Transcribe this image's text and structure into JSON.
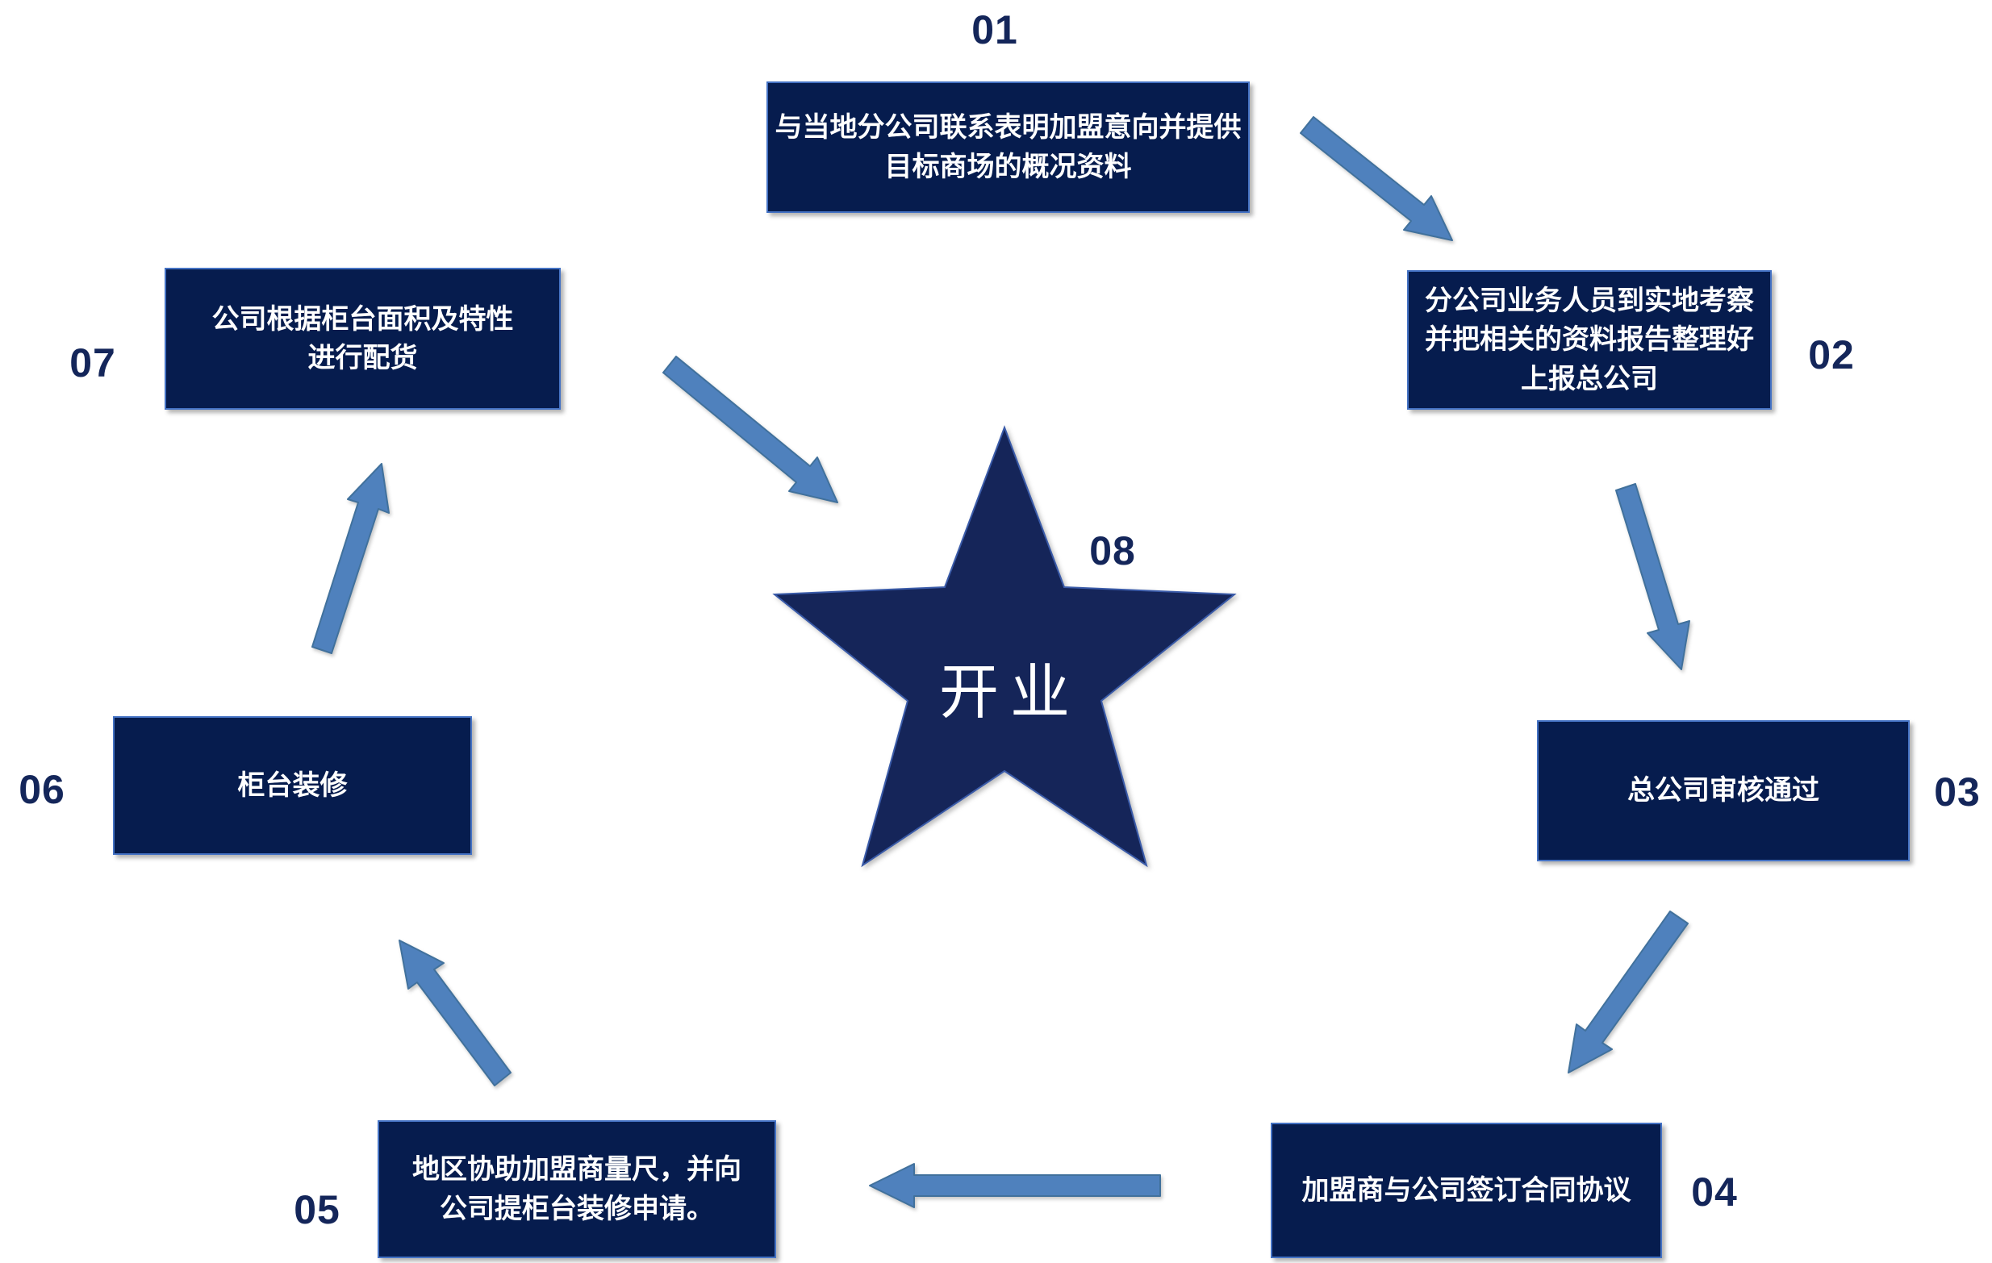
{
  "diagram": {
    "center": {
      "number": "08",
      "label": "开业"
    },
    "steps": [
      {
        "number": "01",
        "text": "与当地分公司联系表明加盟意向并提供\n目标商场的概况资料"
      },
      {
        "number": "02",
        "text": "分公司业务人员到实地考察\n并把相关的资料报告整理好\n上报总公司"
      },
      {
        "number": "03",
        "text": "总公司审核通过"
      },
      {
        "number": "04",
        "text": "加盟商与公司签订合同协议"
      },
      {
        "number": "05",
        "text": "地区协助加盟商量尺，并向\n公司提柜台装修申请。"
      },
      {
        "number": "06",
        "text": "柜台装修"
      },
      {
        "number": "07",
        "text": "公司根据柜台面积及特性\n进行配货"
      }
    ],
    "colors": {
      "box_fill": "#061c4e",
      "box_border": "#4472c4",
      "arrow_fill": "#4f81bd",
      "arrow_stroke": "#41719c",
      "number_color": "#14265a",
      "star_fill": "#152559",
      "text_color": "#ffffff"
    }
  }
}
